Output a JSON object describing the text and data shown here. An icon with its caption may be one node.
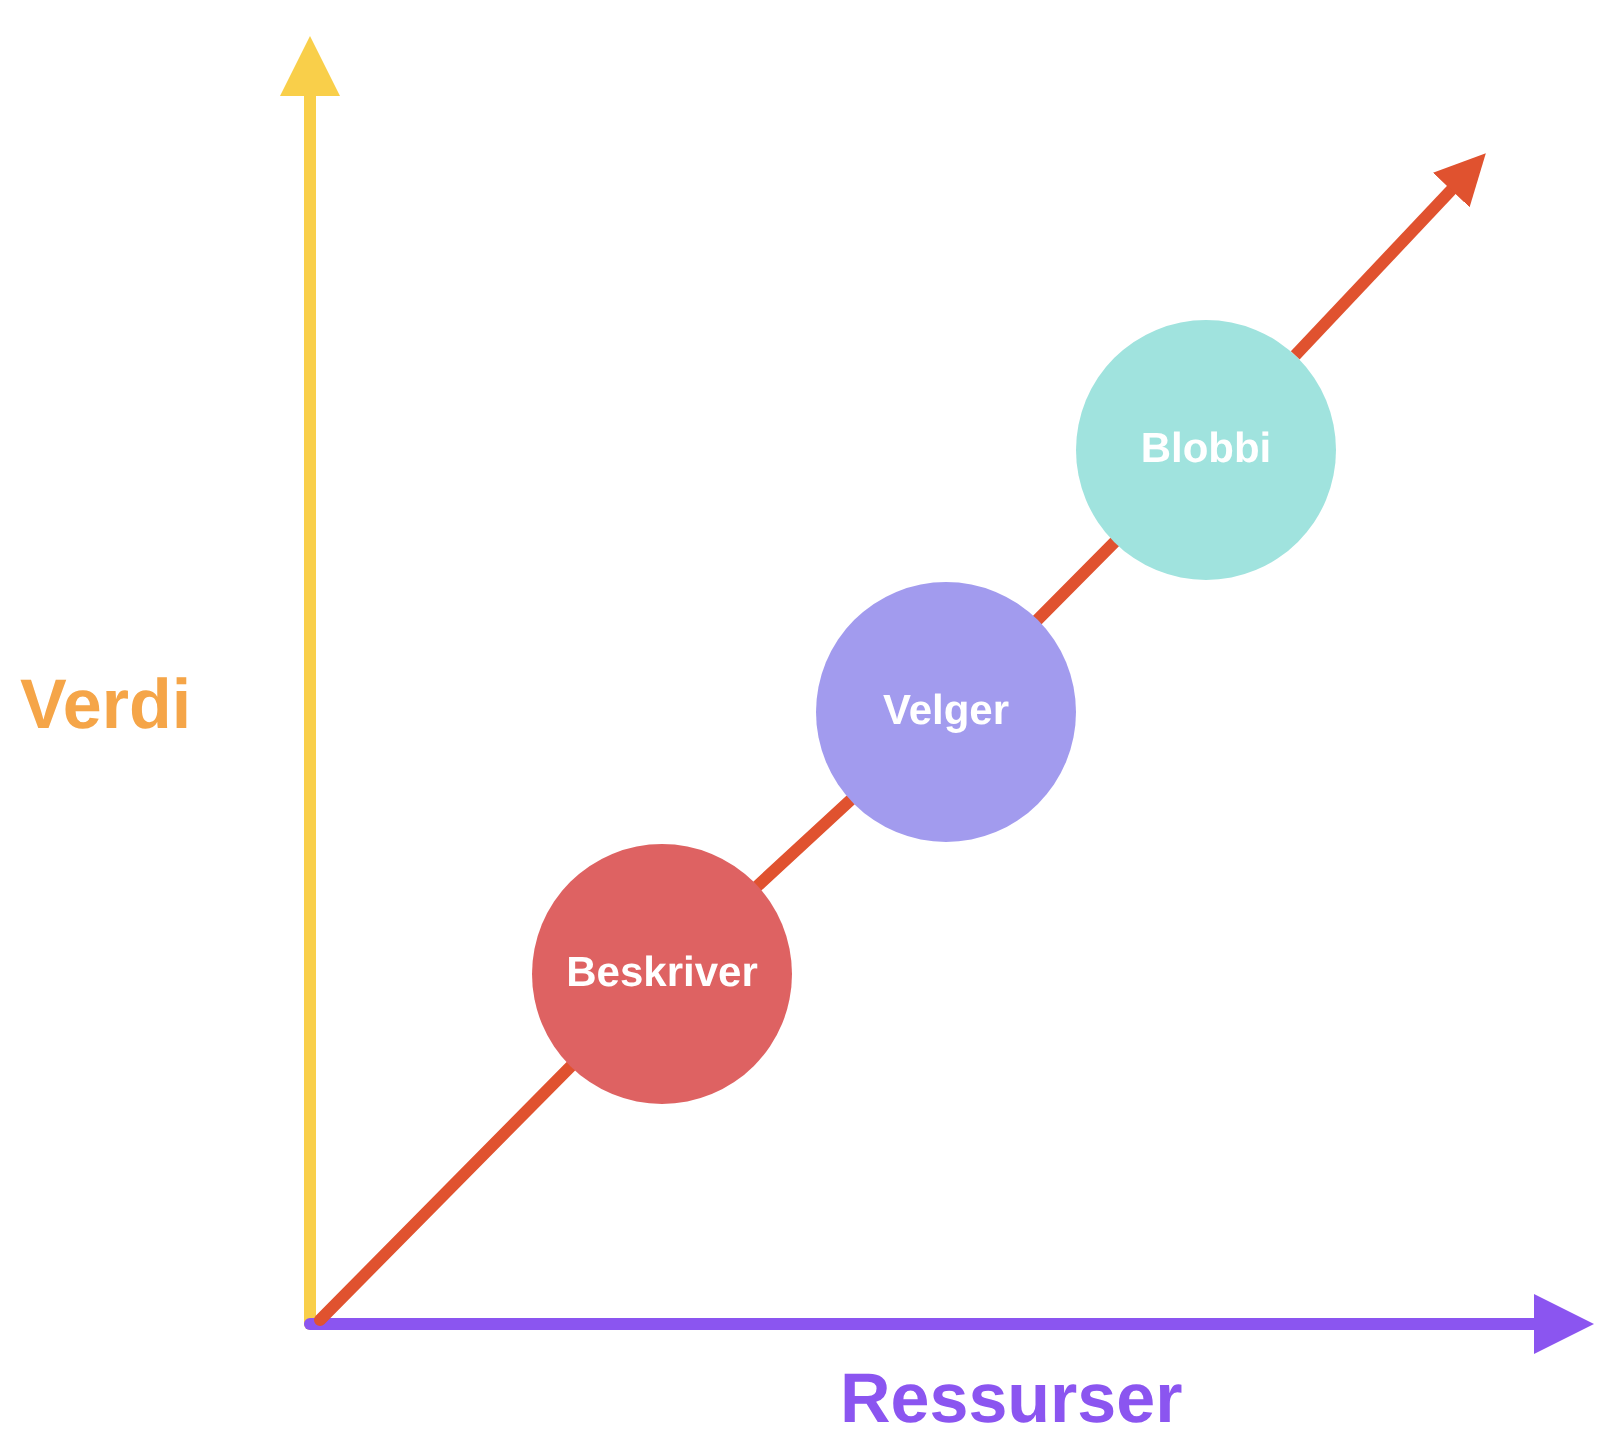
{
  "diagram": {
    "nodes": [
      {
        "text": [
          "Beskriver"
        ]
      },
      {
        "text": [
          "Velger"
        ]
      },
      {
        "text": [
          "Blobbi"
        ]
      }
    ],
    "edges": [
      {
        "from": null,
        "to": 0,
        "arrow": "none"
      },
      {
        "from": 0,
        "to": 1,
        "arrow": "none"
      },
      {
        "from": 1,
        "to": 2,
        "arrow": "none"
      },
      {
        "from": 2,
        "to": null,
        "arrow": "to"
      }
    ],
    "labels": [
      "Verdi",
      "Ressurser"
    ]
  }
}
